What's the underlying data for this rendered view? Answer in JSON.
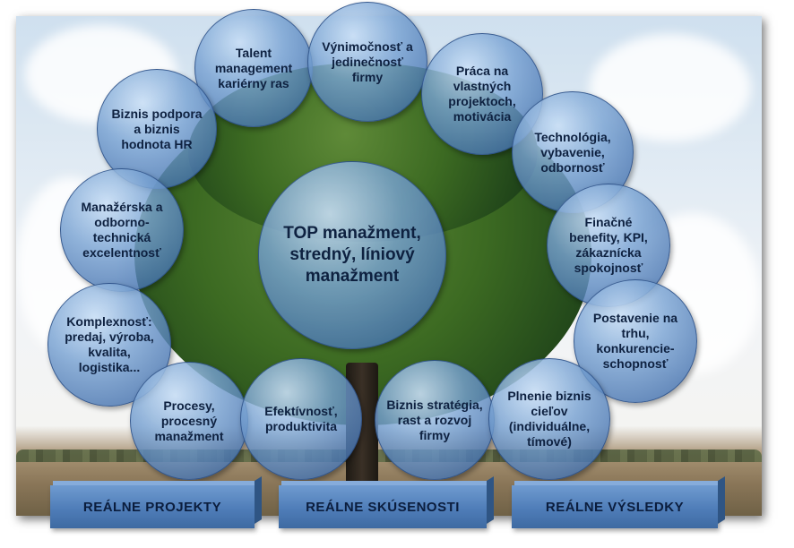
{
  "center": "TOP manažment,\nstredný, líniový\nmanažment",
  "bubbles": [
    "Talent\nmanagement\nkariérny ras",
    "Výnimočnosť a\njedinečnosť\nfirmy",
    "Práca na\nvlastných\nprojektoch,\nmotivácia",
    "Biznis podpora\na biznis\nhodnota HR",
    "Technológia,\nvybavenie,\nodbornosť",
    "Manažérska a\nodborno-\ntechnická\nexcelentnosť",
    "Finačné\nbenefity, KPI,\nzákaznícka\nspokojnosť",
    "Komplexnosť:\npredaj, výroba,\nkvalita,\nlogistika...",
    "Postavenie na\ntrhu,\nkonkurencie-\nschopnosť",
    "Procesy,\nprocesný\nmanažment",
    "Efektívnosť,\nproduktivita",
    "Biznis stratégia,\nrast a rozvoj\nfirmy",
    "Plnenie biznis\ncieľov\n(individuálne,\ntímové)"
  ],
  "boxes": [
    "REÁLNE PROJEKTY",
    "REÁLNE SKÚSENOSTI",
    "REÁLNE VÝSLEDKY"
  ]
}
